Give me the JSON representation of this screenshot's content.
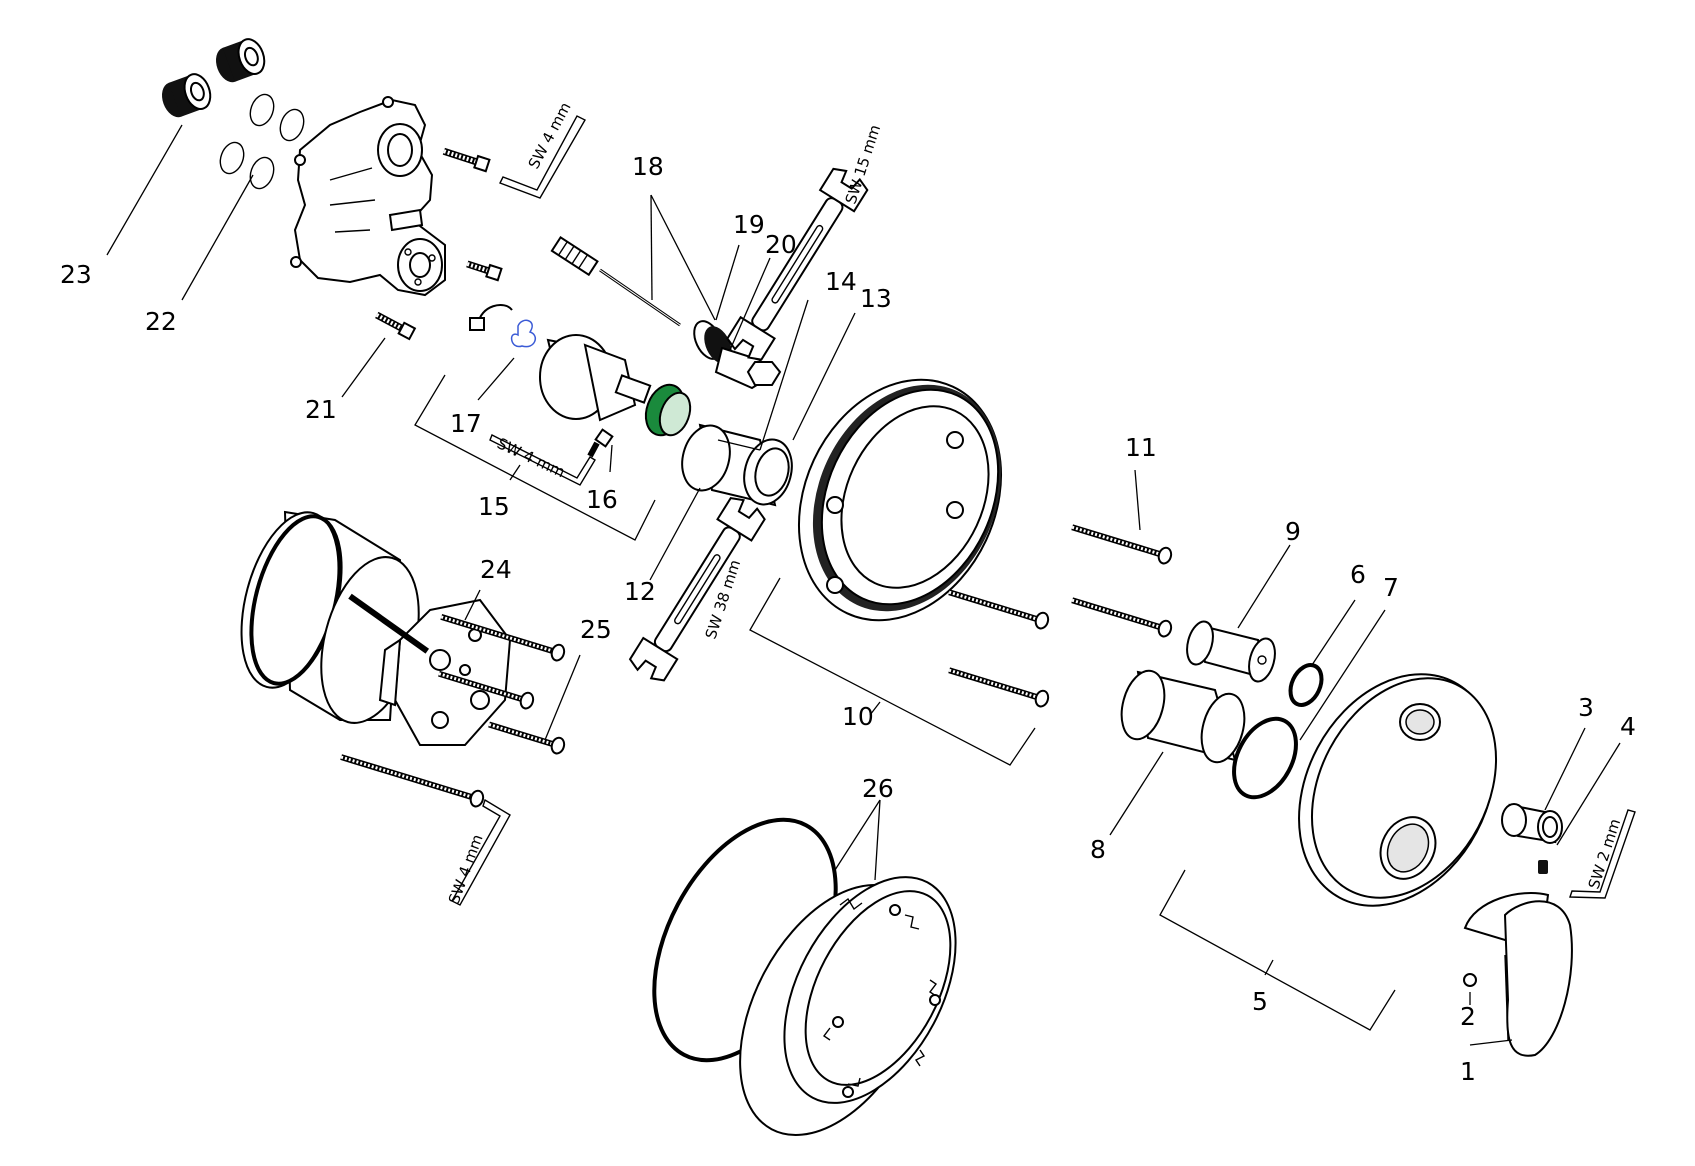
{
  "diagram": {
    "callouts": [
      "1",
      "2",
      "3",
      "4",
      "5",
      "6",
      "7",
      "8",
      "9",
      "10",
      "11",
      "12",
      "13",
      "14",
      "15",
      "16",
      "17",
      "18",
      "19",
      "20",
      "21",
      "22",
      "23",
      "24",
      "25",
      "26"
    ],
    "tools": {
      "hex_top": "SW 4 mm",
      "wrench_15": "SW 15 mm",
      "hex_mid": "SW 4 mm",
      "wrench_38": "SW 38 mm",
      "hex_bottom": "SW 4 mm",
      "hex_small": "SW 2 mm"
    },
    "colors": {
      "line": "#000000",
      "accent_green": "#1a8a3c",
      "accent_blue": "#3b5bd6"
    }
  }
}
